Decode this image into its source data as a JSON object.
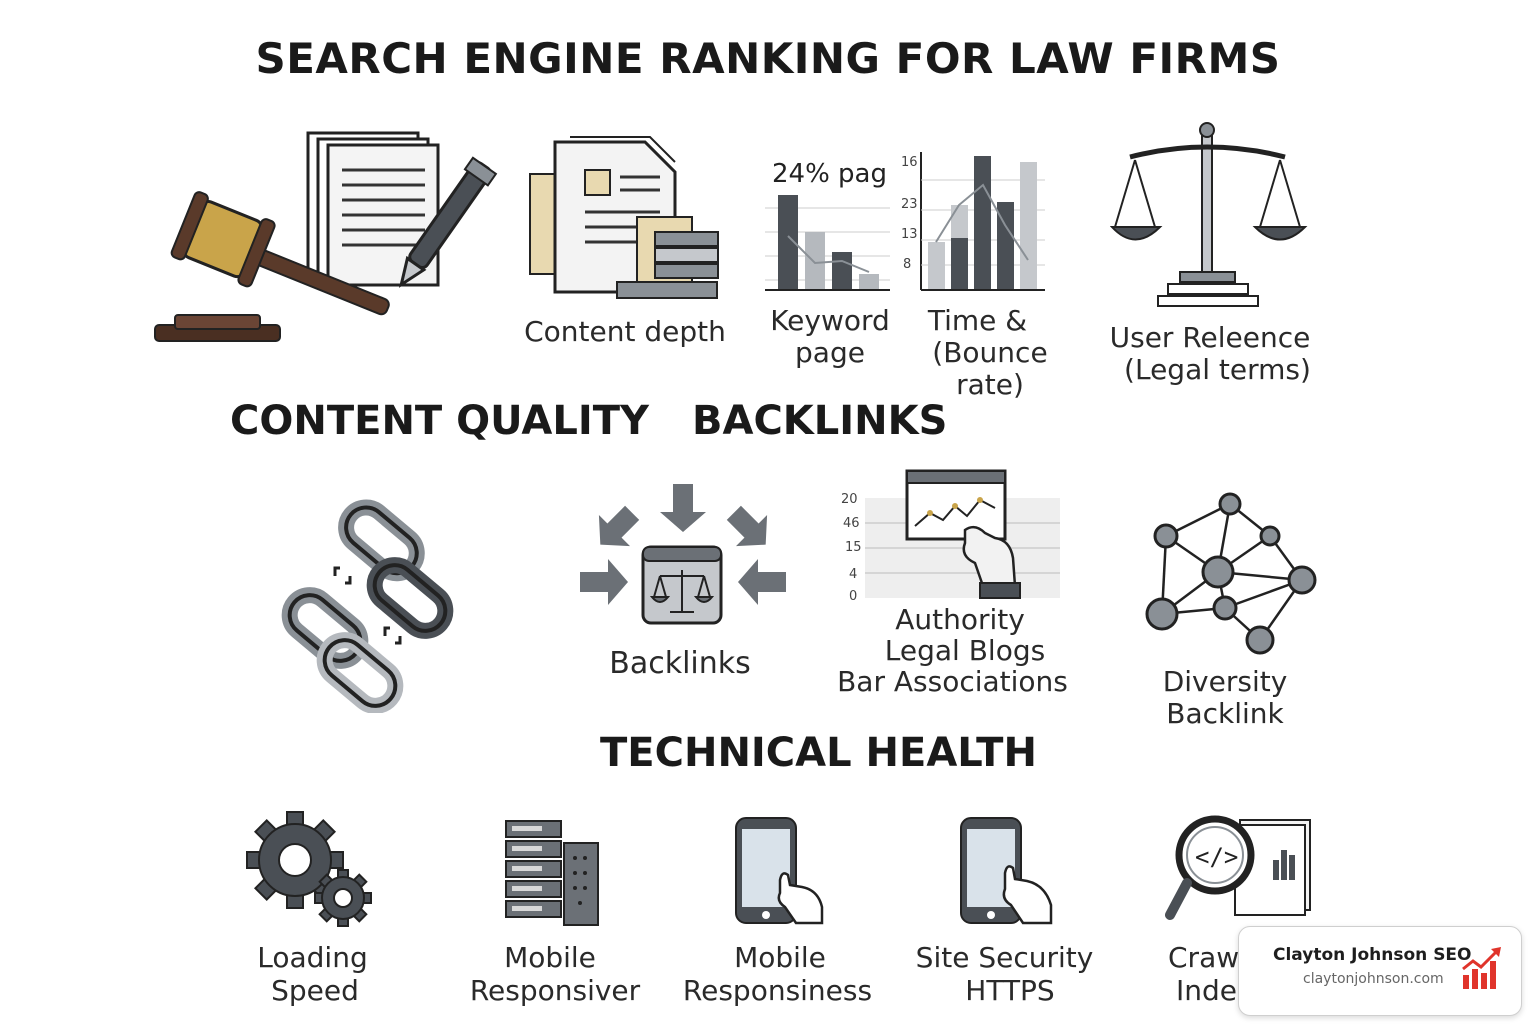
{
  "title": "SEARCH ENGINE RANKING FOR LAW FIRMS",
  "sections": {
    "content_quality": "CONTENT QUALITY",
    "backlinks": "BACKLINKS",
    "technical_health": "TECHNICAL HEALTH"
  },
  "row1": {
    "content_depth": "Content depth",
    "keyword_chart_heading": "24% pag",
    "keyword_label_1": "Keyword",
    "keyword_label_2": "page",
    "time_label_1": "Time &",
    "time_label_2": "(Bounce rate)",
    "time_ticks": [
      "16",
      "23",
      "13",
      "8"
    ],
    "user_label_1": "User Releence",
    "user_label_2": "(Legal terms)"
  },
  "row2": {
    "backlinks_label": "Backlinks",
    "authority_ticks": [
      "20",
      "46",
      "15",
      "4",
      "0"
    ],
    "authority_label_1": "Authority",
    "authority_label_2": "Legal Blogs",
    "authority_label_3": "Bar Associations",
    "diversity_label": "Diversity Backlink"
  },
  "row3": {
    "loading_1": "Loading",
    "loading_2": "Speed",
    "mobile_resp_1": "Mobile",
    "mobile_resp_2": "Responsiver",
    "mobile_resp2_1": "Mobile",
    "mobile_resp2_2": "Responsiness",
    "security_1": "Site Security",
    "security_2": "HTTPS",
    "crawl_1": "Craw",
    "crawl_2": "Inde"
  },
  "badge": {
    "name": "Clayton Johnson SEO",
    "url": "claytonjohnson.com"
  },
  "colors": {
    "dark_gray": "#4a4f55",
    "mid_gray": "#8a9096",
    "light_gray": "#c5c8cc",
    "brown": "#5a3a2a",
    "gold": "#c9a44a",
    "badge_red": "#e0342b"
  }
}
